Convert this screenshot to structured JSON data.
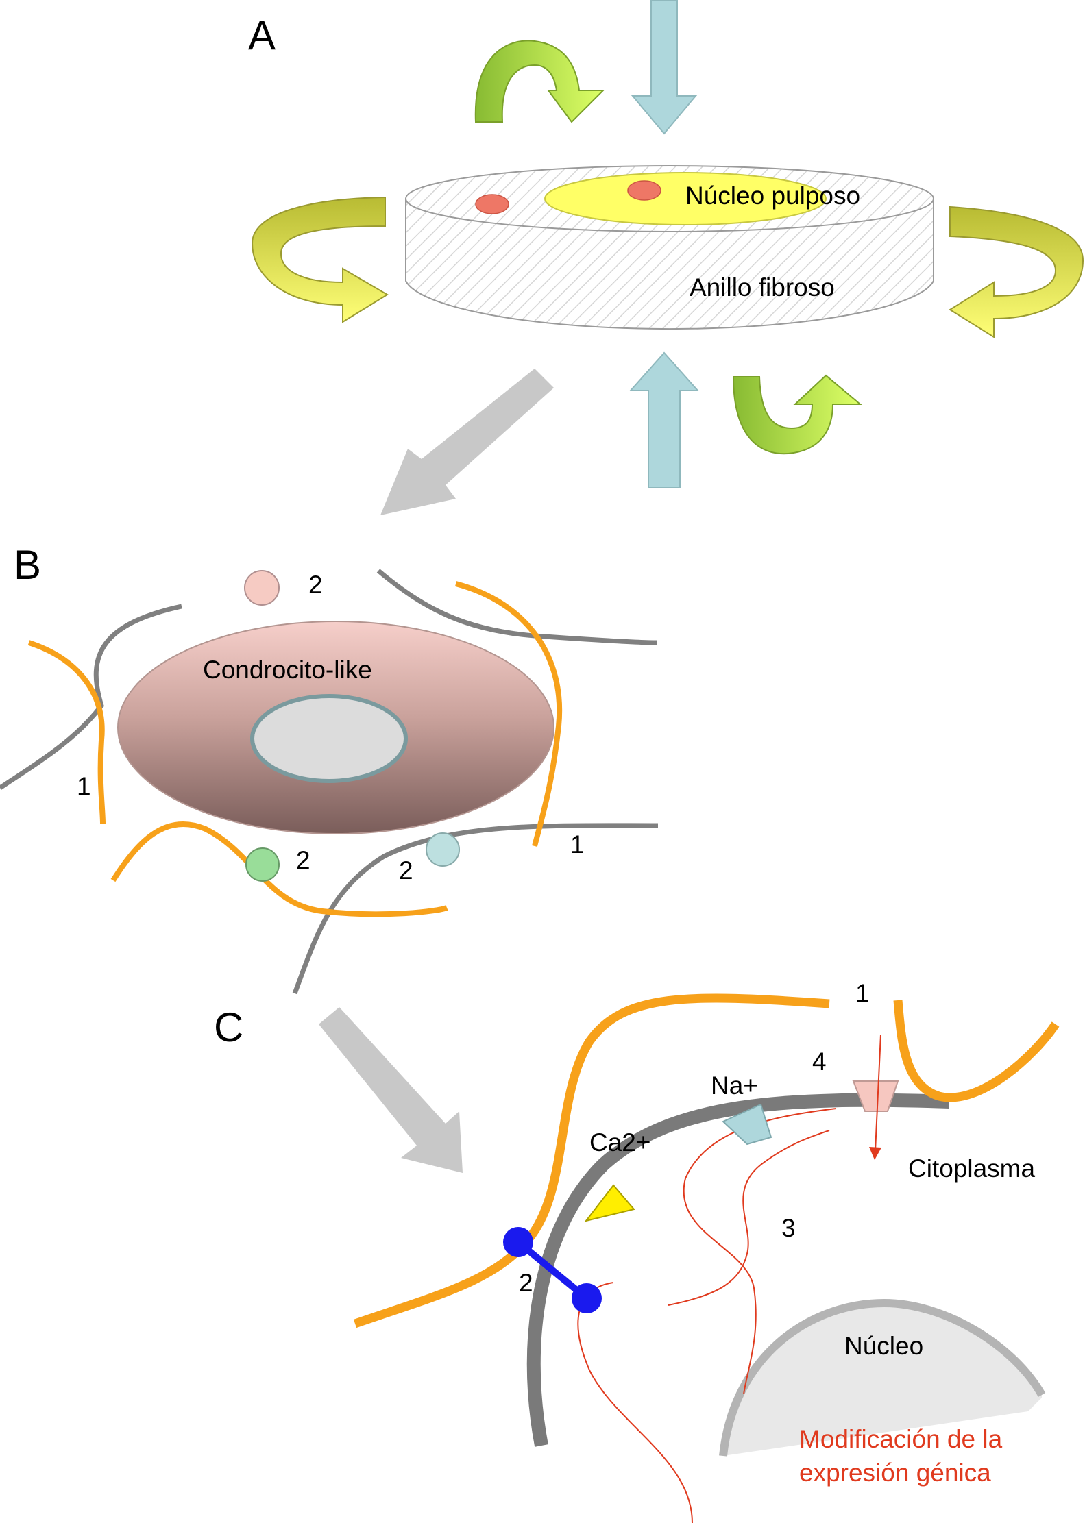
{
  "panels": {
    "a": {
      "letter": "A",
      "nucleus_label": "Núcleo pulposo",
      "annulus_label": "Anillo fibroso"
    },
    "b": {
      "letter": "B",
      "cell_label": "Condrocito-like",
      "markers": [
        "2",
        "1",
        "2",
        "2",
        "1"
      ]
    },
    "c": {
      "letter": "C",
      "marker_1": "1",
      "marker_4": "4",
      "na_label": "Na+",
      "ca_label": "Ca2+",
      "cytoplasm_label": "Citoplasma",
      "marker_3": "3",
      "marker_2": "2",
      "nucleus_label": "Núcleo",
      "gene_expression_label_line1": "Modificación de la",
      "gene_expression_label_line2": "expresión génica"
    }
  },
  "colors": {
    "fiber_orange": "#f7a11a",
    "fiber_gray": "#808080",
    "membrane_gray": "#7a7a7a",
    "nucleus_yellow": "#ffff66",
    "cell_pink": "#f2c3bf",
    "arrow_lightblue": "#aed7dc",
    "arrow_green": "#99cc44",
    "arrow_gray": "#c8c8c8",
    "signal_red": "#e03a1e",
    "integrin_blue": "#1a1aee"
  }
}
